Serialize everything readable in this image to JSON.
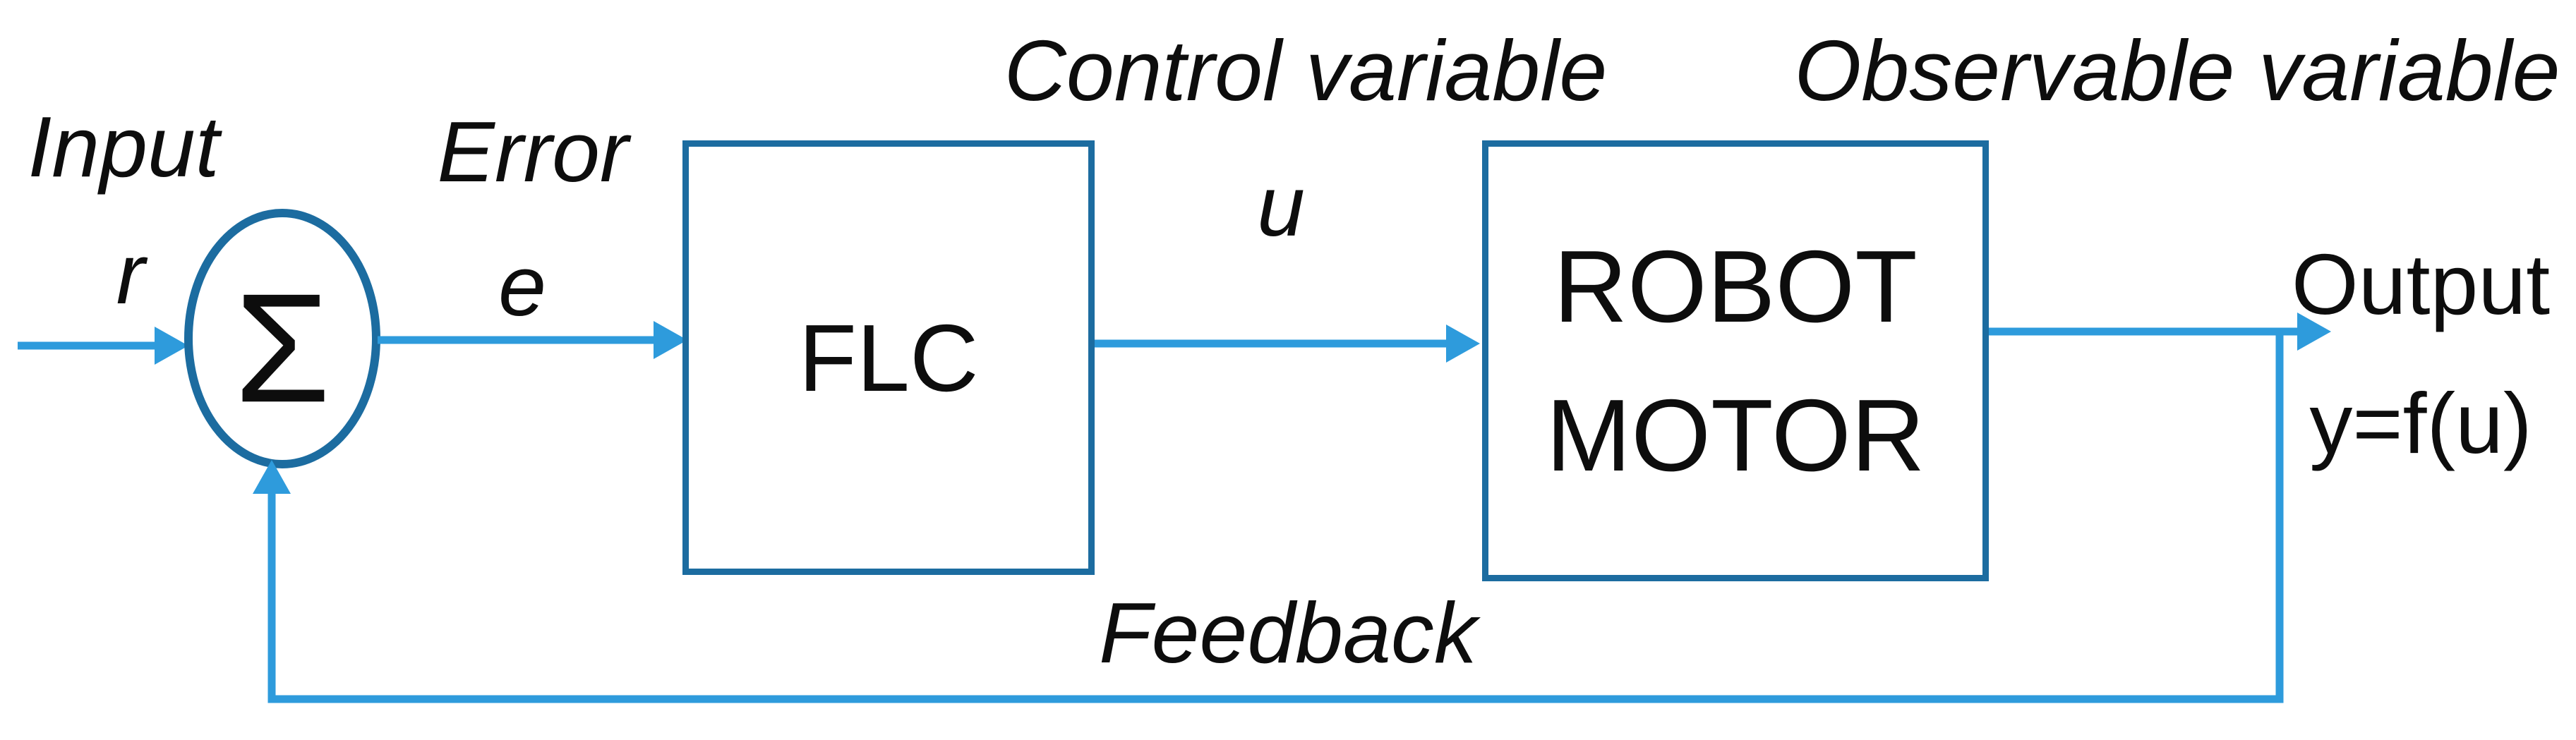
{
  "figure": {
    "type": "feedback-control-block-diagram",
    "summing_junction": {
      "symbol": "Σ"
    },
    "labels": {
      "input_title": "Input",
      "input_symbol": "r",
      "error_title": "Error",
      "error_symbol": "e",
      "control_title": "Control variable",
      "control_symbol": "u",
      "observable_title": "Observable variable",
      "output_title": "Output",
      "output_equation": "y=f(u)",
      "feedback": "Feedback"
    },
    "blocks": {
      "controller_label": "FLC",
      "plant_label_line1": "ROBOT",
      "plant_label_line2": "MOTOR"
    },
    "colors": {
      "connector_blue": "#2e9bdc",
      "outline_blue": "#1c6ca0",
      "text_black": "#0d0d0d",
      "background": "#ffffff"
    }
  }
}
